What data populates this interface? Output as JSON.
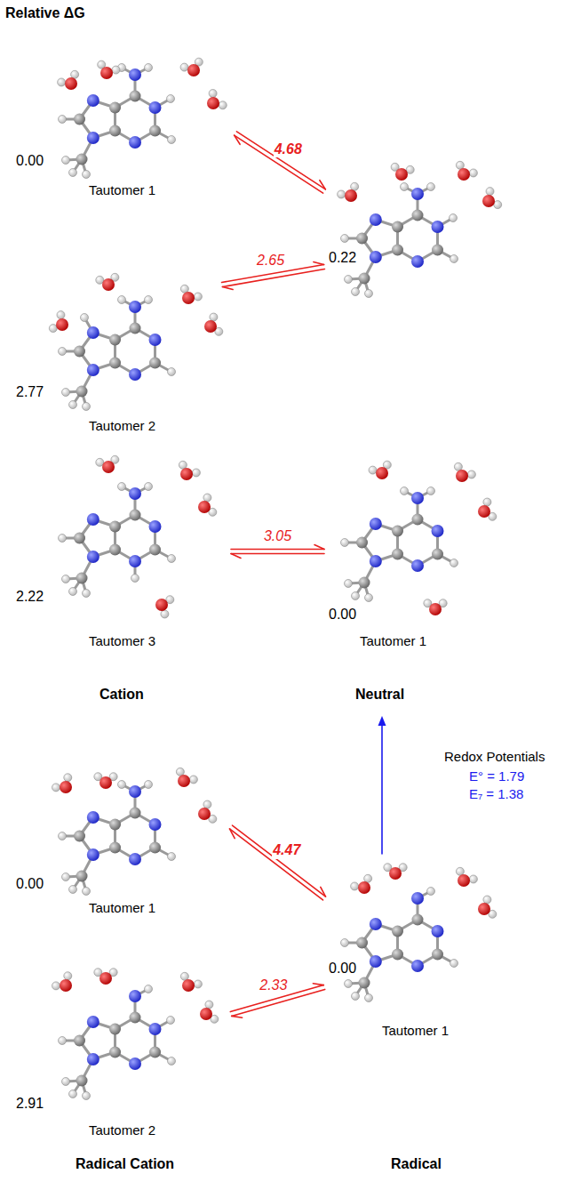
{
  "diagram": {
    "nodes": [
      {
        "text": [
          "0.00",
          "Tautomer 1"
        ]
      },
      {
        "text": [
          "0.22"
        ]
      },
      {
        "text": [
          "2.77",
          "Tautomer 2"
        ]
      },
      {
        "text": [
          "2.22",
          "Tautomer 3",
          "Cation"
        ]
      },
      {
        "text": [
          "0.00",
          "Tautomer 1",
          "Neutral"
        ]
      },
      {
        "text": [
          "0.00",
          "Tautomer 1"
        ]
      },
      {
        "text": [
          "0.00",
          "Tautomer 1"
        ]
      },
      {
        "text": [
          "2.91",
          "Tautomer 2"
        ]
      }
    ],
    "edges": [
      {
        "from": 0,
        "to": 1,
        "label": "4.68",
        "arrow": "both"
      },
      {
        "from": 2,
        "to": 1,
        "label": "2.65",
        "arrow": "both"
      },
      {
        "from": 3,
        "to": 4,
        "label": "3.05",
        "arrow": "both"
      },
      {
        "from": 5,
        "to": 6,
        "label": "4.47",
        "arrow": "both"
      },
      {
        "from": 7,
        "to": 6,
        "label": "2.33",
        "arrow": "both"
      },
      {
        "from": 6,
        "to": 4,
        "arrow": "to"
      }
    ],
    "labels": [
      "Relative ΔG",
      "Radical Cation",
      "Radical",
      "Redox Potentials",
      "E° = 1.79",
      "E₇ = 1.38"
    ]
  }
}
